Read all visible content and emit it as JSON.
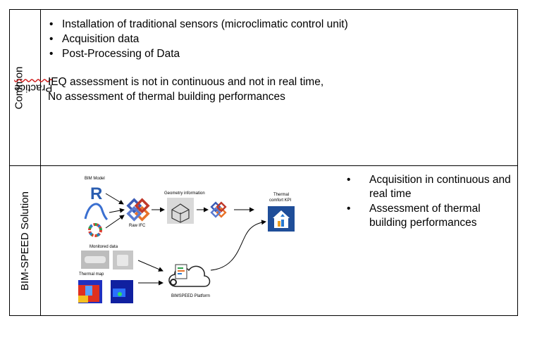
{
  "rows": {
    "common_label": "Common Practice",
    "bim_label": "BIM-SPEED Solution"
  },
  "common": {
    "bullets": [
      "Installation of traditional sensors (microclimatic control unit)",
      "Acquisition data",
      "Post-Processing of Data"
    ],
    "note_line1": "IEQ assessment is not in continuous and not in real time,",
    "note_line2": "No assessment of thermal building performances"
  },
  "diagram": {
    "bim_model": "BIM Model",
    "raw_ifc": "Raw IFC",
    "geometry": "Geometry information",
    "thermal_kpi_1": "Thermal",
    "thermal_kpi_2": "comfort KPI",
    "monitored": "Monitored data",
    "thermal_map": "Thermal map",
    "platform": "BIMSPEED Platform"
  },
  "solution": {
    "bullets": [
      "Acquisition in continuous and real time",
      "Assessment of thermal building performances"
    ]
  },
  "colors": {
    "ifc_blue": "#3b5bb5",
    "ifc_orange": "#e8722a",
    "kpi_blue": "#1f4e99"
  }
}
